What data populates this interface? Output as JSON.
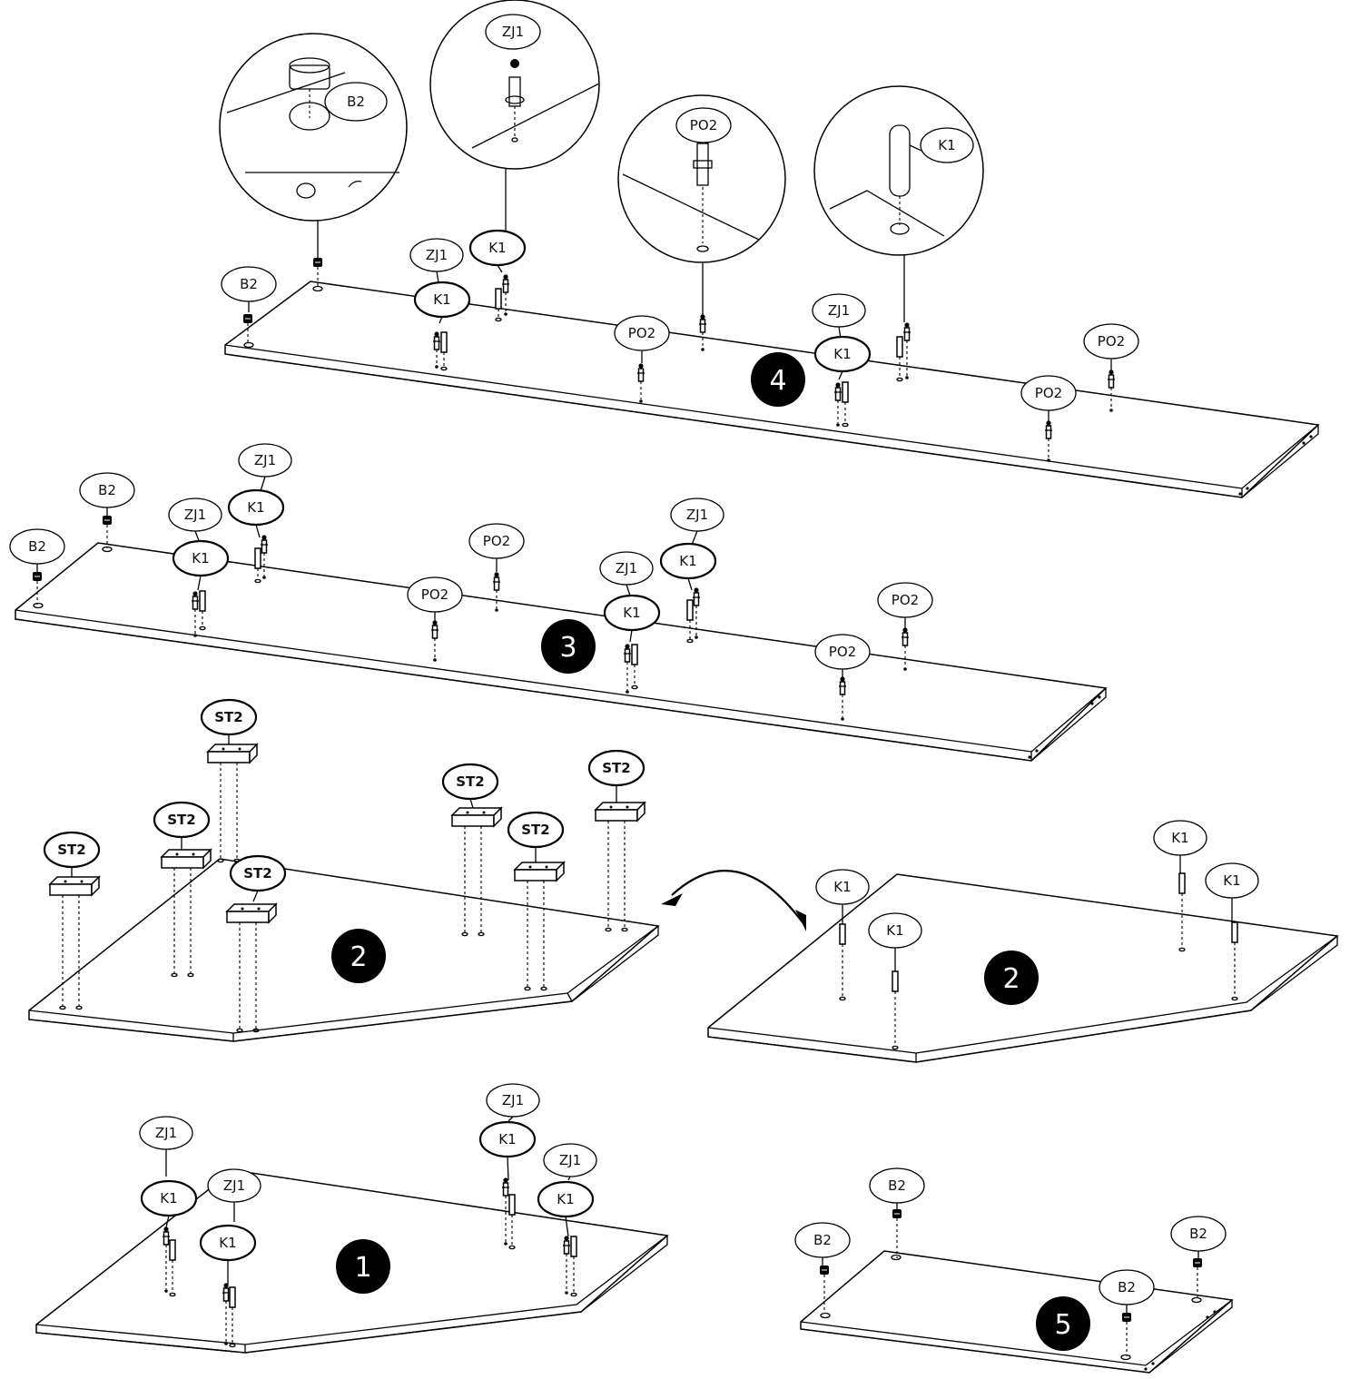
{
  "labels": {
    "b2": "B2",
    "k1": "K1",
    "zj1": "ZJ1",
    "po2": "PO2",
    "st2": "ST2"
  },
  "steps": {
    "s1": "1",
    "s2a": "2",
    "s2b": "2",
    "s3": "3",
    "s4": "4",
    "s5": "5"
  },
  "colors": {
    "ink": "#000000",
    "paper": "#ffffff"
  },
  "icons": [
    "flip-arrow-icon",
    "cam-lock-icon",
    "dowel-icon",
    "connector-bolt-icon",
    "shelf-support-icon",
    "bracket-icon"
  ]
}
